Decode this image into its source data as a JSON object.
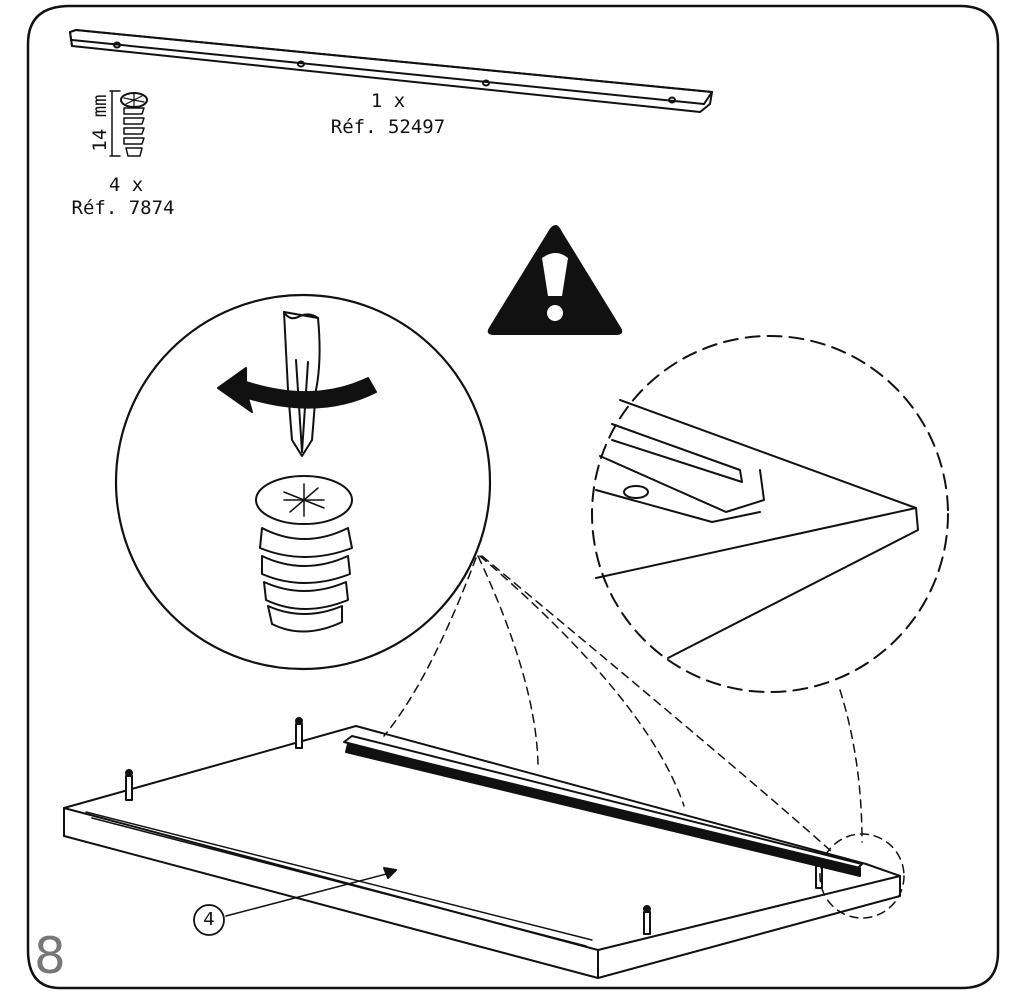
{
  "step": {
    "number": "8"
  },
  "parts": {
    "rail": {
      "quantity": "1 x",
      "reference": "Réf. 52497"
    },
    "screw": {
      "quantity": "4 x",
      "reference": "Réf. 7874",
      "length": "14 mm"
    }
  },
  "callouts": {
    "panel": "4"
  },
  "icons": [
    "warning-icon",
    "screwdriver-icon",
    "rotate-arrow-icon",
    "screw-icon"
  ]
}
